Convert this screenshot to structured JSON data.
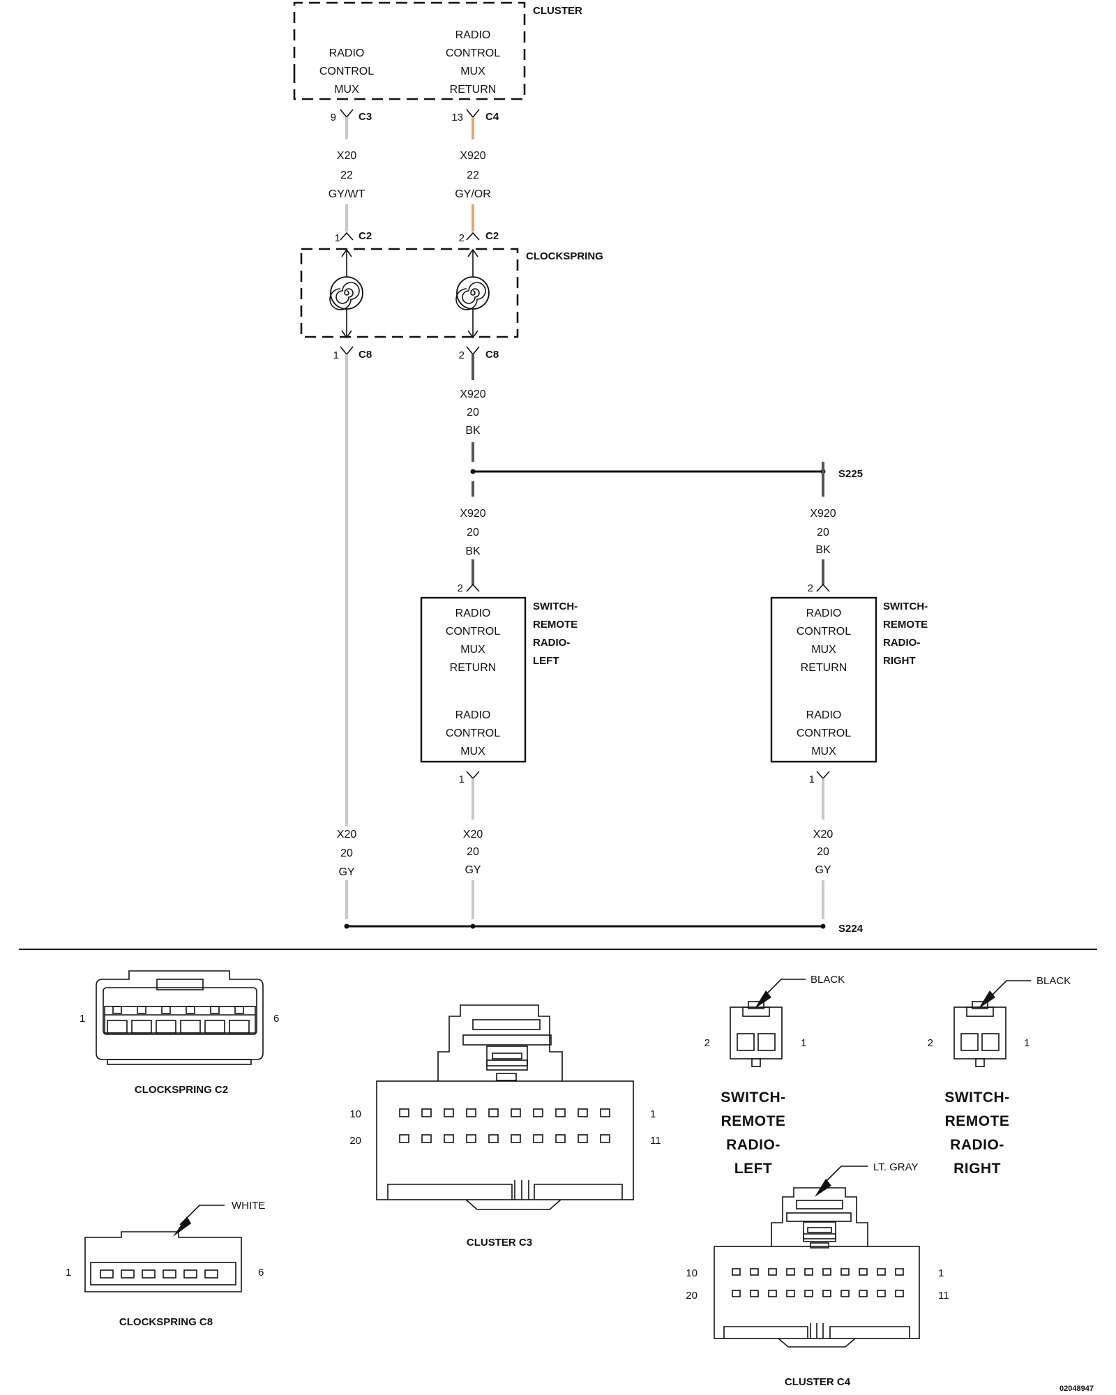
{
  "cluster": {
    "title": "CLUSTER",
    "mux_lines": [
      "RADIO",
      "CONTROL",
      "MUX"
    ],
    "return_lines": [
      "RADIO",
      "CONTROL",
      "MUX",
      "RETURN"
    ],
    "pin_mux": "9",
    "conn_mux": "C3",
    "pin_return": "13",
    "conn_return": "C4"
  },
  "wires": {
    "gywt": [
      "X20",
      "22",
      "GY/WT"
    ],
    "gyor": [
      "X920",
      "22",
      "GY/OR"
    ],
    "bk_main": [
      "X920",
      "20",
      "BK"
    ],
    "bk_left": [
      "X920",
      "20",
      "BK"
    ],
    "bk_right": [
      "X920",
      "20",
      "BK"
    ],
    "gy_a": [
      "X20",
      "20",
      "GY"
    ],
    "gy_b": [
      "X20",
      "20",
      "GY"
    ],
    "gy_c": [
      "X20",
      "20",
      "GY"
    ]
  },
  "clockspring": {
    "title": "CLOCKSPRING",
    "top_pin1": "1",
    "top_pin2": "2",
    "top_conn": "C2",
    "bot_pin1": "1",
    "bot_pin2": "2",
    "bot_conn": "C8"
  },
  "splices": {
    "s225": "S225",
    "s224": "S224"
  },
  "switch_left": {
    "title_lines": [
      "SWITCH-",
      "REMOTE",
      "RADIO-",
      "LEFT"
    ],
    "return_lines": [
      "RADIO",
      "CONTROL",
      "MUX",
      "RETURN"
    ],
    "mux_lines": [
      "RADIO",
      "CONTROL",
      "MUX"
    ],
    "pin_top": "2",
    "pin_bot": "1"
  },
  "switch_right": {
    "title_lines": [
      "SWITCH-",
      "REMOTE",
      "RADIO-",
      "RIGHT"
    ],
    "return_lines": [
      "RADIO",
      "CONTROL",
      "MUX",
      "RETURN"
    ],
    "mux_lines": [
      "RADIO",
      "CONTROL",
      "MUX"
    ],
    "pin_top": "2",
    "pin_bot": "1"
  },
  "connectors": {
    "clockspring_c2": {
      "name": "CLOCKSPRING C2",
      "pin_left": "1",
      "pin_right": "6"
    },
    "clockspring_c8": {
      "name": "CLOCKSPRING C8",
      "pin_left": "1",
      "pin_right": "6",
      "color": "WHITE"
    },
    "cluster_c3": {
      "name": "CLUSTER C3",
      "tl": "10",
      "bl": "20",
      "tr": "1",
      "br": "11"
    },
    "cluster_c4": {
      "name": "CLUSTER C4",
      "tl": "10",
      "bl": "20",
      "tr": "1",
      "br": "11",
      "color": "LT. GRAY"
    },
    "switch_left": {
      "name_lines": [
        "SWITCH-",
        "REMOTE",
        "RADIO-",
        "LEFT"
      ],
      "pin_left": "2",
      "pin_right": "1",
      "color": "BLACK"
    },
    "switch_right": {
      "name_lines": [
        "SWITCH-",
        "REMOTE",
        "RADIO-",
        "RIGHT"
      ],
      "pin_left": "2",
      "pin_right": "1",
      "color": "BLACK"
    }
  },
  "figure_id": "02048947",
  "colors": {
    "gray": "#c8c8c8",
    "orange": "#e4a878",
    "black_wire": "#555555",
    "line": "#111111"
  }
}
